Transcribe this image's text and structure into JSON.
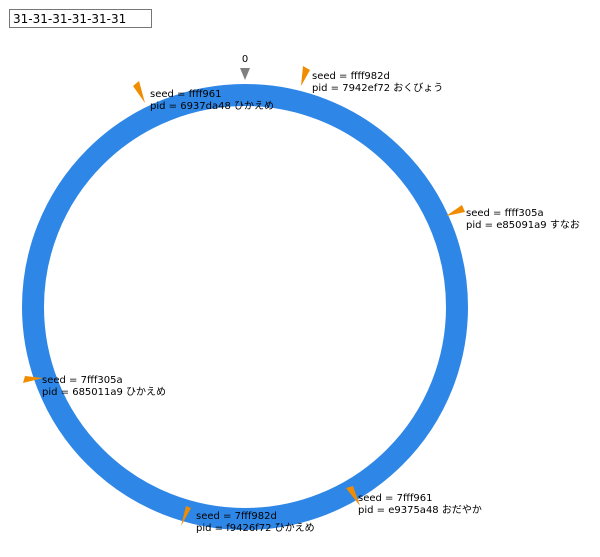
{
  "iv_input": {
    "value": "31-31-31-31-31-31"
  },
  "circle": {
    "zero_label": "0",
    "ring_color": "#2e86e6",
    "zero_marker_color": "#808080",
    "marker_color": "#f08c00"
  },
  "markers": [
    {
      "seed": "seed = ffff982d",
      "pid": "pid = 7942ef72 おくびょう"
    },
    {
      "seed": "seed = ffff305a",
      "pid": "pid = e85091a9 すなお"
    },
    {
      "seed": "seed = 7fff961",
      "pid": "pid = e9375a48 おだやか"
    },
    {
      "seed": "seed = 7fff982d",
      "pid": "pid = f9426f72 ひかえめ"
    },
    {
      "seed": "seed = 7fff305a",
      "pid": "pid = 685011a9 ひかえめ"
    },
    {
      "seed": "seed = ffff961",
      "pid": "pid = 6937da48 ひかえめ"
    }
  ]
}
